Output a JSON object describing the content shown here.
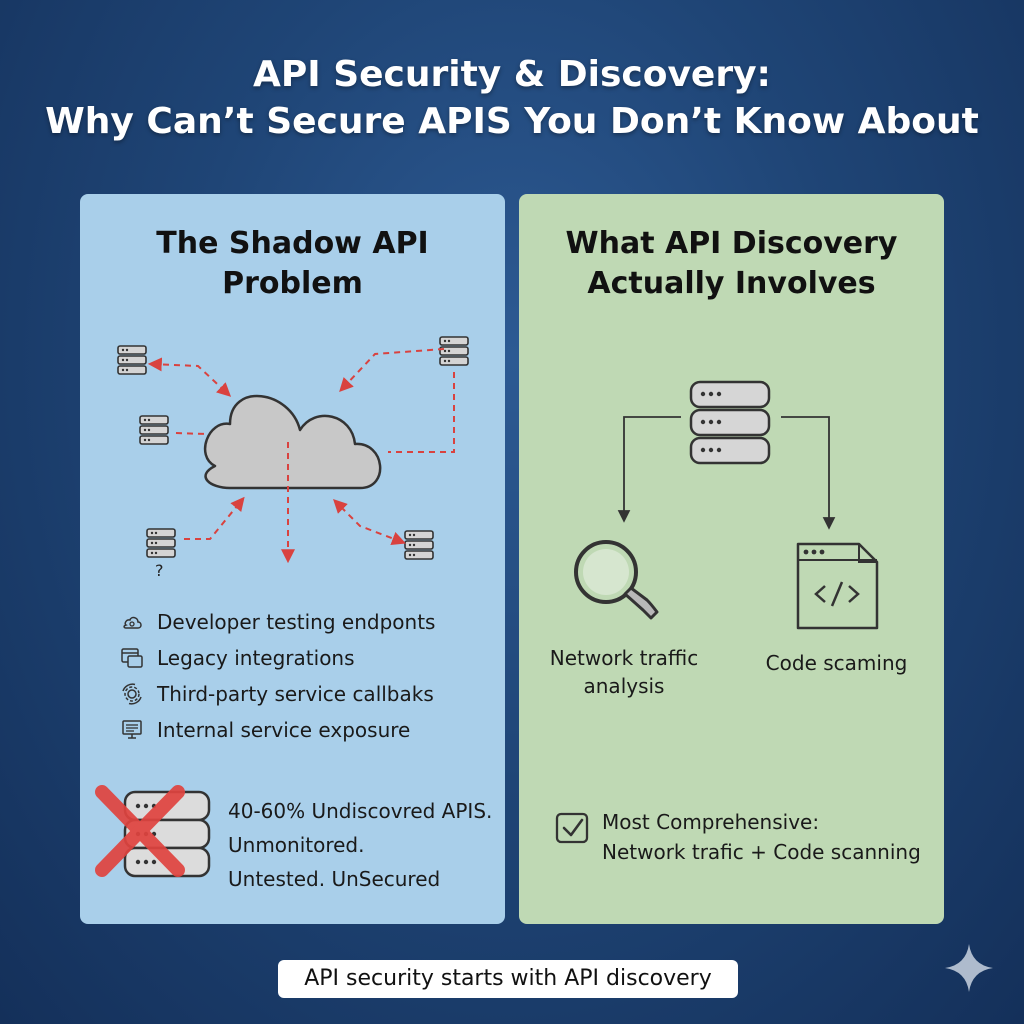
{
  "title": {
    "line1": "API Security & Discovery:",
    "line2": "Why Can’t Secure APIS You Don’t Know About"
  },
  "left_panel": {
    "title_lines": [
      "The Shadow API",
      "Problem"
    ],
    "question_mark": "?",
    "sources": [
      {
        "icon": "cloud-gear-icon",
        "label": "Developer testing endponts"
      },
      {
        "icon": "window-stack-icon",
        "label": "Legacy integrations"
      },
      {
        "icon": "gear-arrows-icon",
        "label": "Third-party service callbaks"
      },
      {
        "icon": "monitor-icon",
        "label": "Internal service exposure"
      }
    ],
    "stat_lines": [
      "40-60% Undiscovred APIS.",
      "Unmonitored.",
      "Untested. UnSecured"
    ]
  },
  "right_panel": {
    "title_lines": [
      "What API Discovery",
      "Actually Involves"
    ],
    "methods": [
      {
        "icon": "magnifying-glass-icon",
        "label_lines": [
          "Network traffic",
          "analysis"
        ]
      },
      {
        "icon": "code-file-icon",
        "label_lines": [
          "Code scaming"
        ]
      }
    ],
    "comprehensive_lines": [
      "Most Comprehensive:",
      "Network trafic + Code scanning"
    ]
  },
  "footer": {
    "pill_text": "API security starts with API discovery"
  },
  "colors": {
    "background": "#1f4576",
    "left_panel": "#a9cfea",
    "right_panel": "#bfd9b4",
    "arrow_red": "#d9423f",
    "cloud_fill": "#c8c8c8"
  }
}
